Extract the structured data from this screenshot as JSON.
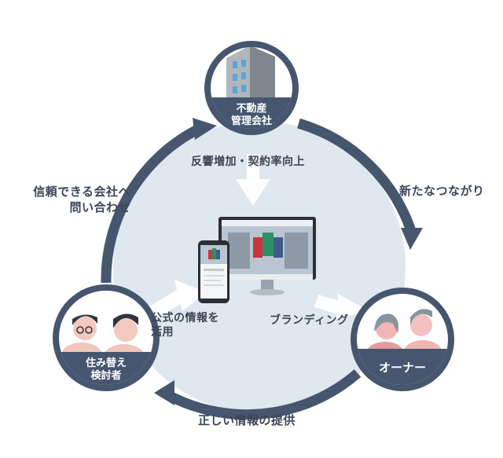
{
  "nodes": {
    "management": {
      "line1": "不動産",
      "line2": "管理会社"
    },
    "seekers": {
      "line1": "住み替え",
      "line2": "検討者"
    },
    "owner": {
      "line1": "オーナー"
    }
  },
  "arrows": {
    "top_left": {
      "line1": "信頼できる会社へ",
      "line2": "問い合わせ"
    },
    "top_right": "新たなつながり",
    "bottom": "正しい情報の提供",
    "inner_top": "反響増加・契約率向上",
    "inner_left": {
      "line1": "公式の情報を",
      "line2": "活用"
    },
    "inner_right": "ブランディング"
  },
  "colors": {
    "ring": "#46566f",
    "inner_fill": "#dfe8ee",
    "text": "#3d4556",
    "node_band": "#46566f"
  }
}
